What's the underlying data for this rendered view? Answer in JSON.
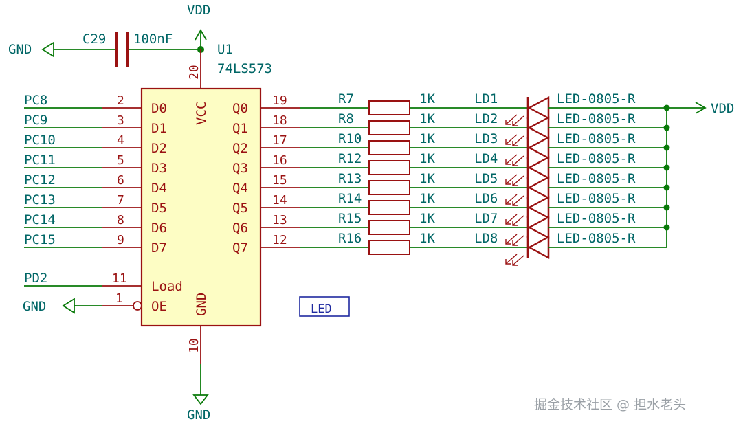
{
  "power": {
    "vdd": "VDD",
    "gnd": "GND"
  },
  "chip": {
    "ref": "U1",
    "part": "74LS573",
    "vcc_label": "VCC",
    "gnd_label": "GND",
    "vcc_pin": "20",
    "gnd_pin": "10",
    "load_label": "Load",
    "load_pin": "11",
    "load_net": "PD2",
    "oe_label": "OE",
    "oe_pin": "1"
  },
  "capacitor": {
    "ref": "C29",
    "value": "100nF"
  },
  "inputs": [
    {
      "net": "PC8",
      "pin": "2",
      "label": "D0"
    },
    {
      "net": "PC9",
      "pin": "3",
      "label": "D1"
    },
    {
      "net": "PC10",
      "pin": "4",
      "label": "D2"
    },
    {
      "net": "PC11",
      "pin": "5",
      "label": "D3"
    },
    {
      "net": "PC12",
      "pin": "6",
      "label": "D4"
    },
    {
      "net": "PC13",
      "pin": "7",
      "label": "D5"
    },
    {
      "net": "PC14",
      "pin": "8",
      "label": "D6"
    },
    {
      "net": "PC15",
      "pin": "9",
      "label": "D7"
    }
  ],
  "outputs": [
    {
      "label": "Q0",
      "pin": "19",
      "res": "R7",
      "val": "1K",
      "led": "LD1",
      "part": "LED-0805-R"
    },
    {
      "label": "Q1",
      "pin": "18",
      "res": "R8",
      "val": "1K",
      "led": "LD2",
      "part": "LED-0805-R"
    },
    {
      "label": "Q2",
      "pin": "17",
      "res": "R10",
      "val": "1K",
      "led": "LD3",
      "part": "LED-0805-R"
    },
    {
      "label": "Q3",
      "pin": "16",
      "res": "R12",
      "val": "1K",
      "led": "LD4",
      "part": "LED-0805-R"
    },
    {
      "label": "Q4",
      "pin": "15",
      "res": "R13",
      "val": "1K",
      "led": "LD5",
      "part": "LED-0805-R"
    },
    {
      "label": "Q5",
      "pin": "14",
      "res": "R14",
      "val": "1K",
      "led": "LD6",
      "part": "LED-0805-R"
    },
    {
      "label": "Q6",
      "pin": "13",
      "res": "R15",
      "val": "1K",
      "led": "LD7",
      "part": "LED-0805-R"
    },
    {
      "label": "Q7",
      "pin": "12",
      "res": "R16",
      "val": "1K",
      "led": "LD8",
      "part": "LED-0805-R"
    }
  ],
  "sheet_label": "LED",
  "watermark": "掘金技术社区 @ 担水老头",
  "colors": {
    "wire": "#0a7a0a",
    "part": "#9a1212",
    "chip_fill": "#fdfdc4",
    "net_text": "#006666",
    "label_box": "#1f2aa0"
  }
}
